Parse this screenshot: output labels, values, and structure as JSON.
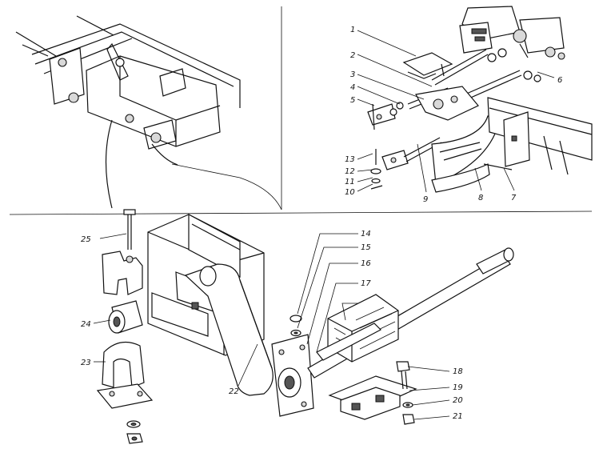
{
  "figure": {
    "callouts": [
      {
        "id": "c1",
        "text": "1"
      },
      {
        "id": "c2",
        "text": "2"
      },
      {
        "id": "c3",
        "text": "3"
      },
      {
        "id": "c4",
        "text": "4"
      },
      {
        "id": "c5",
        "text": "5"
      },
      {
        "id": "c6",
        "text": "6"
      },
      {
        "id": "c7",
        "text": "7"
      },
      {
        "id": "c8",
        "text": "8"
      },
      {
        "id": "c9",
        "text": "9"
      },
      {
        "id": "c10",
        "text": "10"
      },
      {
        "id": "c11",
        "text": "11"
      },
      {
        "id": "c12",
        "text": "12"
      },
      {
        "id": "c13",
        "text": "13"
      },
      {
        "id": "c14",
        "text": "14"
      },
      {
        "id": "c15",
        "text": "15"
      },
      {
        "id": "c16",
        "text": "16"
      },
      {
        "id": "c17",
        "text": "17"
      },
      {
        "id": "c18",
        "text": "18"
      },
      {
        "id": "c19",
        "text": "19"
      },
      {
        "id": "c20",
        "text": "20"
      },
      {
        "id": "c21",
        "text": "21"
      },
      {
        "id": "c22",
        "text": "22"
      },
      {
        "id": "c23",
        "text": "23"
      },
      {
        "id": "c24",
        "text": "24"
      },
      {
        "id": "c25",
        "text": "25"
      }
    ]
  }
}
